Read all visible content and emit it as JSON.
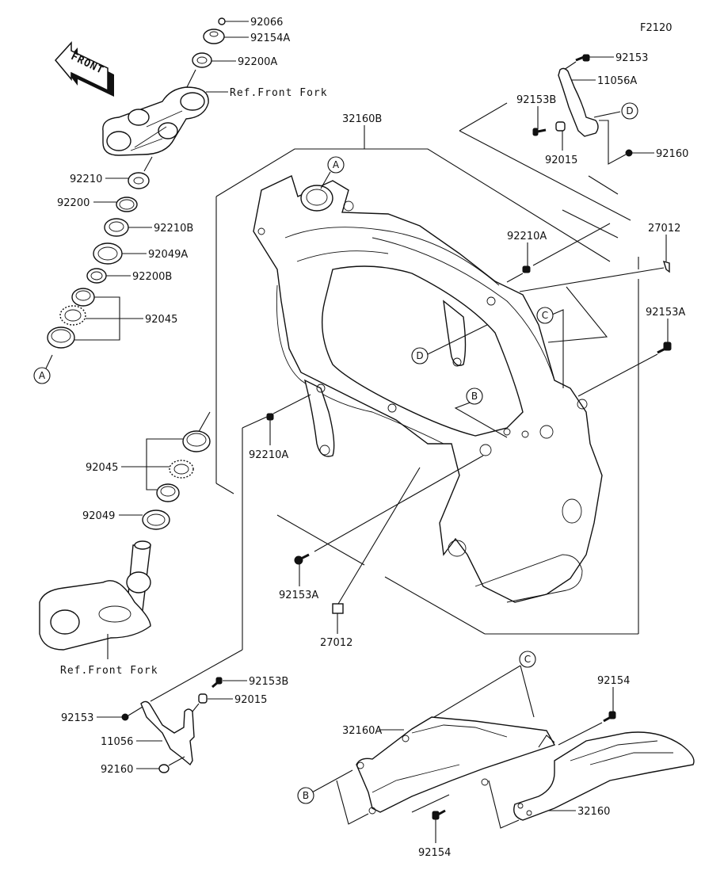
{
  "diagram": {
    "code": "F2120",
    "front_arrow": "FRONT",
    "labels": {
      "p92066": "92066",
      "p92154A": "92154A",
      "p92200A": "92200A",
      "ref_front_fork_top": "Ref.Front Fork",
      "p92210": "92210",
      "p92200": "92200",
      "p92210B": "92210B",
      "p92049A": "92049A",
      "p92200B": "92200B",
      "p92045_top": "92045",
      "p32160B": "32160B",
      "p92153_top": "92153",
      "p11056A": "11056A",
      "p92153B_top": "92153B",
      "p92015_top": "92015",
      "p92160_top": "92160",
      "p92210A_right": "92210A",
      "p27012_right": "27012",
      "p92153A_right": "92153A",
      "p92210A_left": "92210A",
      "p92045_bottom": "92045",
      "p92049": "92049",
      "ref_front_fork_bottom": "Ref.Front Fork",
      "p92153A_bottom": "92153A",
      "p27012_bottom": "27012",
      "p92153B_bottom": "92153B",
      "p92015_bottom": "92015",
      "p92153_bottom": "92153",
      "p11056": "11056",
      "p92160_bottom": "92160",
      "p32160A": "32160A",
      "p92154_top": "92154",
      "p32160": "32160",
      "p92154_bottom": "92154"
    },
    "callouts": {
      "a_frame": "A",
      "a_bearing": "A",
      "b_frame": "B",
      "b_subframe": "B",
      "c_frame": "C",
      "c_subframe": "C",
      "d_bracket": "D",
      "d_frame": "D"
    }
  }
}
